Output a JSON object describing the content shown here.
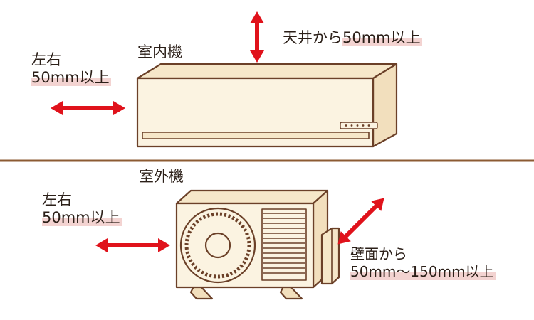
{
  "indoor": {
    "title": "室内機",
    "ceiling": {
      "prefix": "天井から",
      "value": "50mm以上"
    },
    "side": {
      "line1": "左右",
      "value": "50mm以上"
    }
  },
  "outdoor": {
    "title": "室外機",
    "side": {
      "line1": "左右",
      "value": "50mm以上"
    },
    "wall": {
      "line1": "壁面から",
      "value": "50mm～150mm以上"
    }
  },
  "colors": {
    "arrow": "#e0121b",
    "outline": "#6b4028",
    "fill": "#fbf3e1",
    "highlight": "#f3d3d1",
    "divider": "#8c5b33"
  }
}
